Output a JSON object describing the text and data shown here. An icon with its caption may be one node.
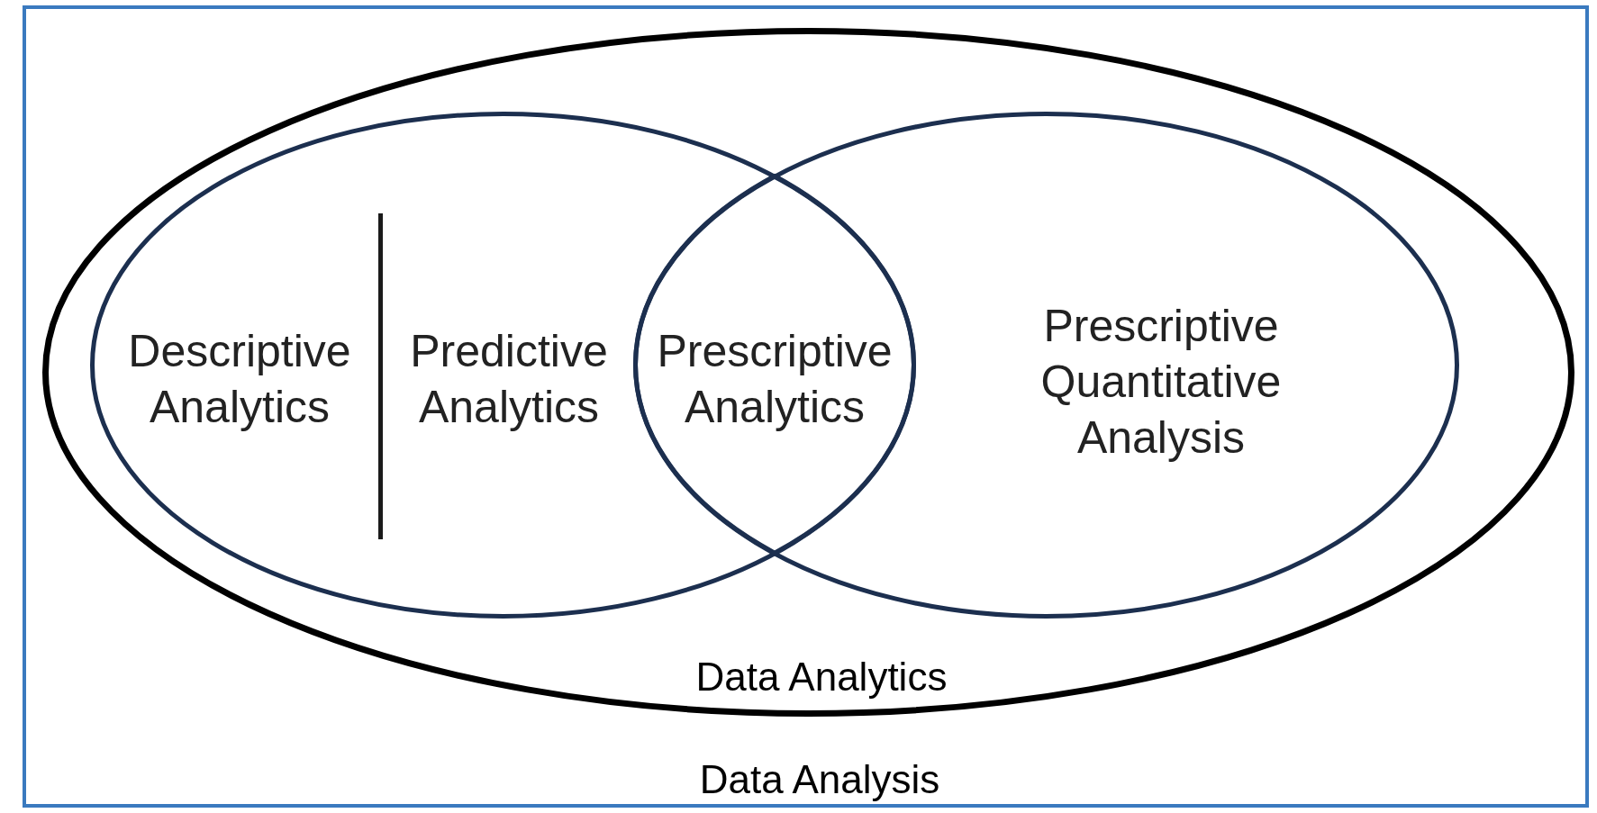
{
  "diagram": {
    "nodes": [
      {
        "text": [
          "Data Analysis"
        ]
      },
      {
        "text": [
          "Data Analytics"
        ],
        "in": 0
      },
      {
        "text": [
          "Descriptive Analytics",
          "Predictive Analytics"
        ],
        "in": 1
      },
      {
        "text": [
          "Prescriptive Analytics"
        ]
      },
      {
        "text": [
          "Prescriptive Quantitative Analysis"
        ],
        "in": 1
      }
    ]
  }
}
